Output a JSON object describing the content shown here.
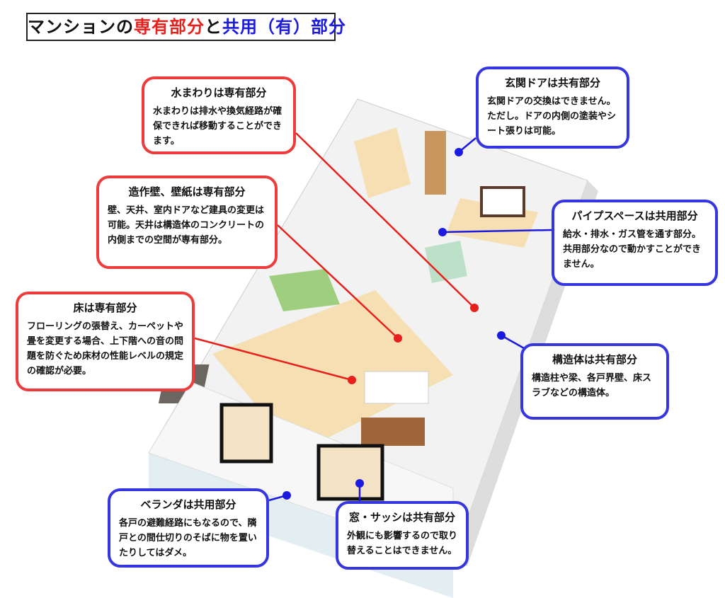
{
  "title": {
    "part1": "マンションの",
    "part2": "専有部分",
    "part3": "と",
    "part4": "共用（有）部分"
  },
  "callouts": {
    "water": {
      "heading": "水まわりは専有部分",
      "body": "水まわりは排水や換気経路が確保できれば移動することができます。"
    },
    "wall": {
      "heading": "造作壁、壁紙は専有部分",
      "body": "壁、天井、室内ドアなど建具の変更は可能。天井は構造体のコンクリートの内側までの空間が専有部分。"
    },
    "floor": {
      "heading": "床は専有部分",
      "body": "フローリングの張替え、カーペットや畳を変更する場合、上下階への音の問題を防ぐため床材の性能レベルの規定の確認が必要。"
    },
    "door": {
      "heading": "玄関ドアは共有部分",
      "body": "玄関ドアの交換はできません。ただし。ドアの内側の塗装やシート張りは可能。"
    },
    "pipe": {
      "heading": "パイプスペースは共用部分",
      "body": "給水・排水・ガス管を通す部分。共用部分なので動かすことができません。"
    },
    "structure": {
      "heading": "構造体は共有部分",
      "body": "構造柱や梁、各戸界壁、床スラブなどの構造体。"
    },
    "veranda": {
      "heading": "ベランダは共用部分",
      "body": "各戸の避難経路にもなるので、隣戸との間仕切りのそばに物を置いたりしてはダメ。"
    },
    "window": {
      "heading": "窓・サッシは共有部分",
      "body": "外観にも影響するので取り替えることはできません。"
    }
  },
  "colors": {
    "private": "#e8201c",
    "common": "#1a1ae0"
  }
}
